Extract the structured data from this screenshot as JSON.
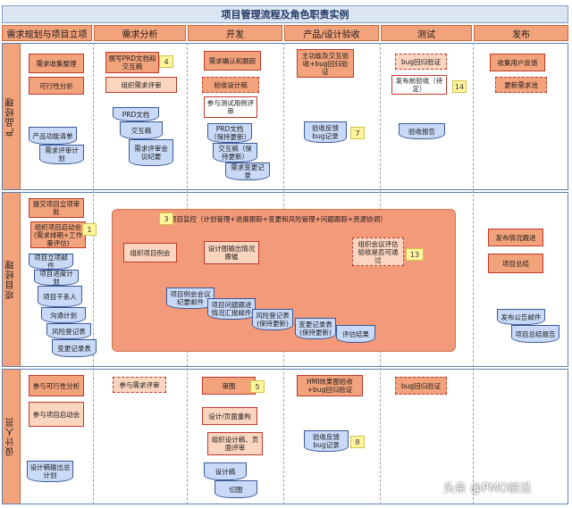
{
  "title": "项目管理流程及角色职责实例",
  "columns": [
    "需求规划与项目立项",
    "需求分析",
    "开发",
    "产品/设计验收",
    "测试",
    "发布"
  ],
  "lanes": [
    "产品经理",
    "项目经理",
    "设计人员"
  ],
  "pm": {
    "c1": [
      "需求收集整理",
      "可行性分析",
      "产品功能清单",
      "需求评审计划"
    ],
    "c2": [
      "撰写PRD文档和交互稿",
      "组织需求评审",
      "PRD文档",
      "交互稿",
      "需求评审会议纪要"
    ],
    "c3": [
      "需求确认和跟踪",
      "验收设计稿",
      "参与测试用例评审",
      "PRD文档（保持更新）",
      "交互稿（保持更新）",
      "需求变更记录"
    ],
    "c4": [
      "主功能及交互验收+bug回归验证",
      "验收反馈bug记录"
    ],
    "c5": [
      "bug回归验证",
      "发布前验收（待定）",
      "验收报告"
    ],
    "c6": [
      "收集用户反馈",
      "更新需求池"
    ]
  },
  "proj": {
    "c1": [
      "提交项目立项审批",
      "组织项目启动会(需求排期+工作量评估)",
      "项目立项邮件",
      "项目进度计划",
      "项目干系人",
      "沟通计划",
      "风险登记表",
      "变更记录表"
    ],
    "monitor": "项目监控（计划管理+进度跟踪+变更和风险管理+问题跟踪+资源协调）",
    "inner": [
      "组织项目例会",
      "设计图输出情况跟催",
      "组织会议评估验收是否可通过",
      "项目例会会议纪要邮件",
      "项目问题跟进情况汇报邮件",
      "风险登记表(保持更新)",
      "变更记录表(保持更新)",
      "评估结果"
    ],
    "c6": [
      "发布情况跟进",
      "项目总结",
      "发布公告邮件",
      "项目总结报告"
    ]
  },
  "design": {
    "c1": [
      "参与可行性分析",
      "参与项目启动会",
      "设计稿输出总计划"
    ],
    "c2": [
      "参与需求评审"
    ],
    "c3": [
      "审图",
      "设计/页面重构",
      "组织设计稿、页面评审",
      "设计稿",
      "切图"
    ],
    "c4": [
      "HMI效果图验收+bug回归验证",
      "验收反馈bug记录"
    ],
    "c5": [
      "bug回归验证"
    ]
  },
  "notes": [
    "4",
    "14",
    "7",
    "3",
    "1",
    "13",
    "5",
    "8"
  ],
  "watermark": "头条 @PMO前沿"
}
